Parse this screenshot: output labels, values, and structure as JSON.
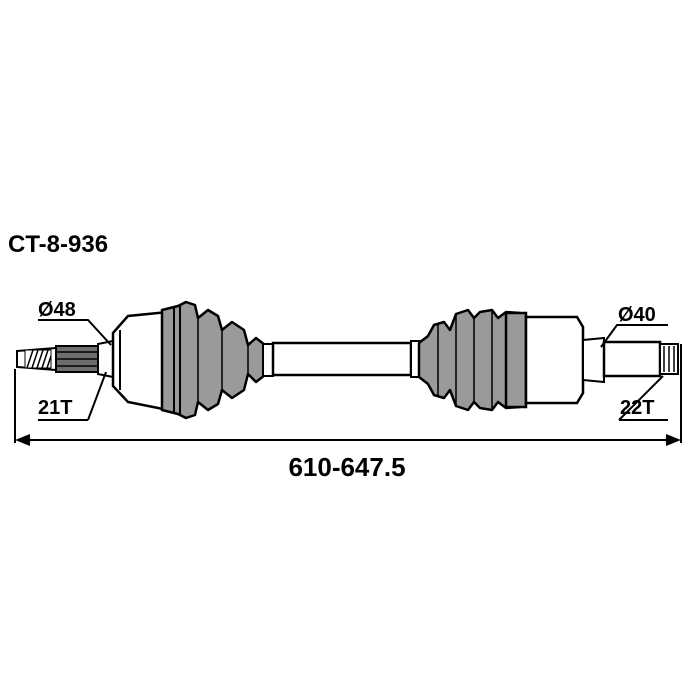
{
  "part_number": "CT-8-936",
  "left_end": {
    "diameter": "Ø48",
    "splines": "21T"
  },
  "right_end": {
    "diameter": "Ø40",
    "splines": "22T"
  },
  "overall_length": "610-647.5",
  "colors": {
    "ink": "#000000",
    "boot_fill": "#9a9a9a",
    "housing_fill": "#ffffff"
  }
}
